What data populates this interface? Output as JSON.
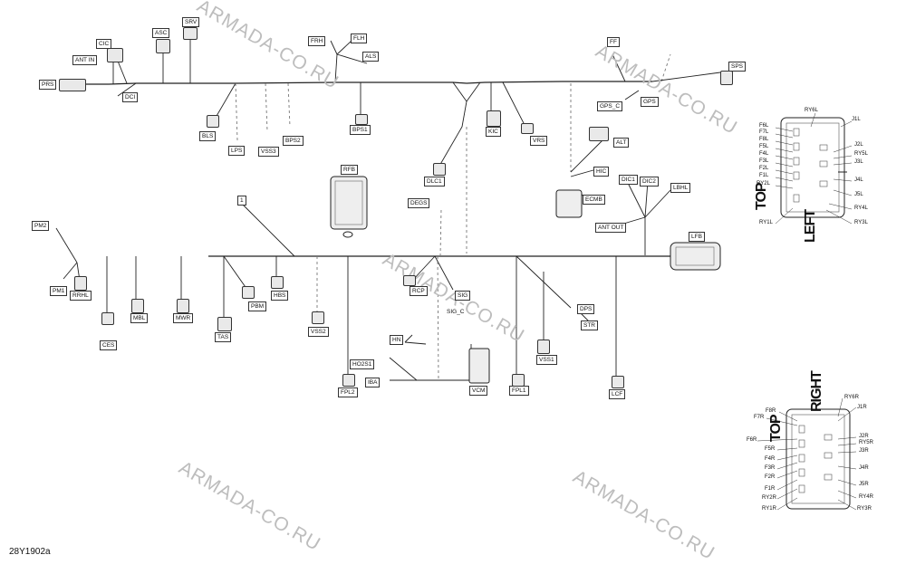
{
  "diagram_code": "28Y1902a",
  "watermark": "ARMADA-CO.RU",
  "callout": "1",
  "labels": {
    "prs": "PRS",
    "ant_in": "ANT IN",
    "cic": "CIC",
    "asc": "ASC",
    "srv": "SRV",
    "dci": "DCI",
    "frh": "FRH",
    "flh": "FLH",
    "als": "ALS",
    "bls": "BLS",
    "lps": "LPS",
    "vss3": "VSS3",
    "bps2": "BPS2",
    "bps1": "BPS1",
    "ff": "FF",
    "sps": "SPS",
    "gps_c": "GPS_C",
    "gps": "GPS",
    "kic": "KIC",
    "vrs": "VRS",
    "alt": "ALT",
    "dlc1": "DLC1",
    "hic": "HIC",
    "dic1": "DIC1",
    "dic2": "DIC2",
    "lbhl": "LBHL",
    "ecmb": "ECMB",
    "ant_out": "ANT OUT",
    "rfb": "RFB",
    "degs": "DEGS",
    "lfb": "LFB",
    "pm2": "PM2",
    "pm1": "PM1",
    "rrhl": "RRHL",
    "ces": "CES",
    "mbl": "MBL",
    "mwr": "MWR",
    "tas": "TAS",
    "pbm": "PBM",
    "hbs": "HBS",
    "vss2": "VSS2",
    "rcp": "RCP",
    "sig": "SIG",
    "sig_c": "SIG_C",
    "hn": "HN",
    "ho2s1": "HO2S1",
    "iba": "IBA",
    "fpl2": "FPL2",
    "vcm": "VCM",
    "fpl1": "FPL1",
    "dps": "DPS",
    "str": "STR",
    "vss1": "VSS1",
    "lcf": "LCF"
  },
  "left_box": {
    "top_word": "TOP",
    "side_word": "LEFT",
    "pins": [
      "RY6L",
      "J1L",
      "F6L",
      "F7L",
      "F8L",
      "F5L",
      "F4L",
      "F3L",
      "F2L",
      "F1L",
      "RY2L",
      "J2L",
      "RY5L",
      "J3L",
      "J4L",
      "J5L",
      "RY4L",
      "RY1L",
      "RY3L"
    ]
  },
  "right_box": {
    "top_word": "TOP",
    "side_word": "RIGHT",
    "pins": [
      "RY6R",
      "F8R",
      "J1R",
      "F7R",
      "J2R",
      "RY5R",
      "F6R",
      "J3R",
      "F5R",
      "F4R",
      "F3R",
      "J4R",
      "F2R",
      "F1R",
      "J5R",
      "RY2R",
      "RY4R",
      "RY1R",
      "RY3R"
    ]
  }
}
